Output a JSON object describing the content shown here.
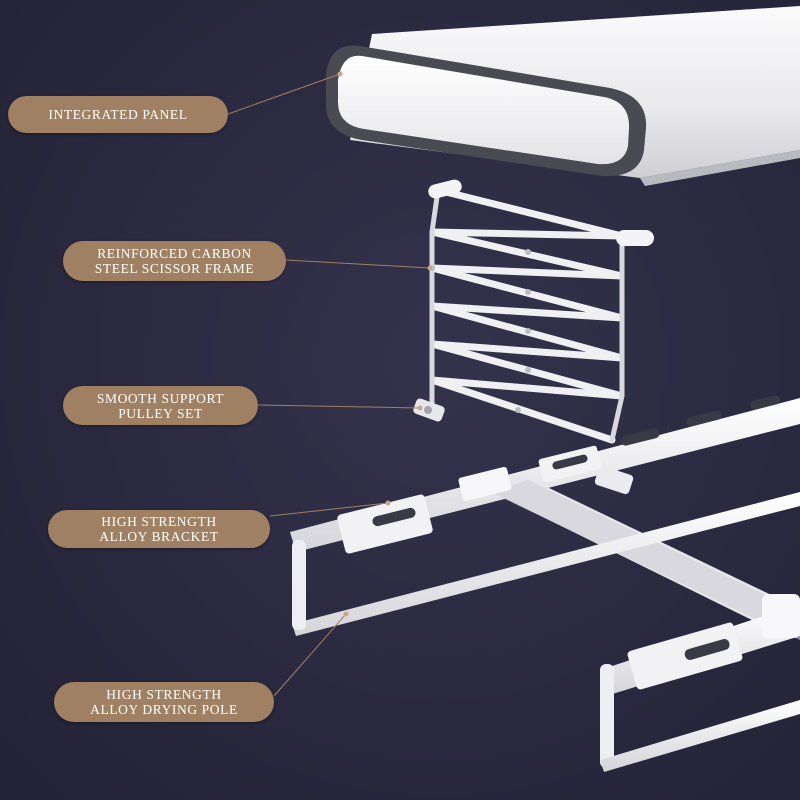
{
  "colors": {
    "background": "#2b2a40",
    "label_fill": "#a08062",
    "label_text": "#ffffff",
    "leader_line": "#a08062",
    "product": "#f1f1f3"
  },
  "labels": {
    "panel": {
      "lines": [
        "INTEGRATED PANEL"
      ]
    },
    "scissor": {
      "lines": [
        "REINFORCED CARBON",
        "STEEL SCISSOR FRAME"
      ]
    },
    "pulley": {
      "lines": [
        "SMOOTH SUPPORT",
        "PULLEY SET"
      ]
    },
    "bracket": {
      "lines": [
        "HIGH STRENGTH",
        "ALLOY BRACKET"
      ]
    },
    "pole": {
      "lines": [
        "HIGH STRENGTH",
        "ALLOY DRYING POLE"
      ]
    }
  }
}
